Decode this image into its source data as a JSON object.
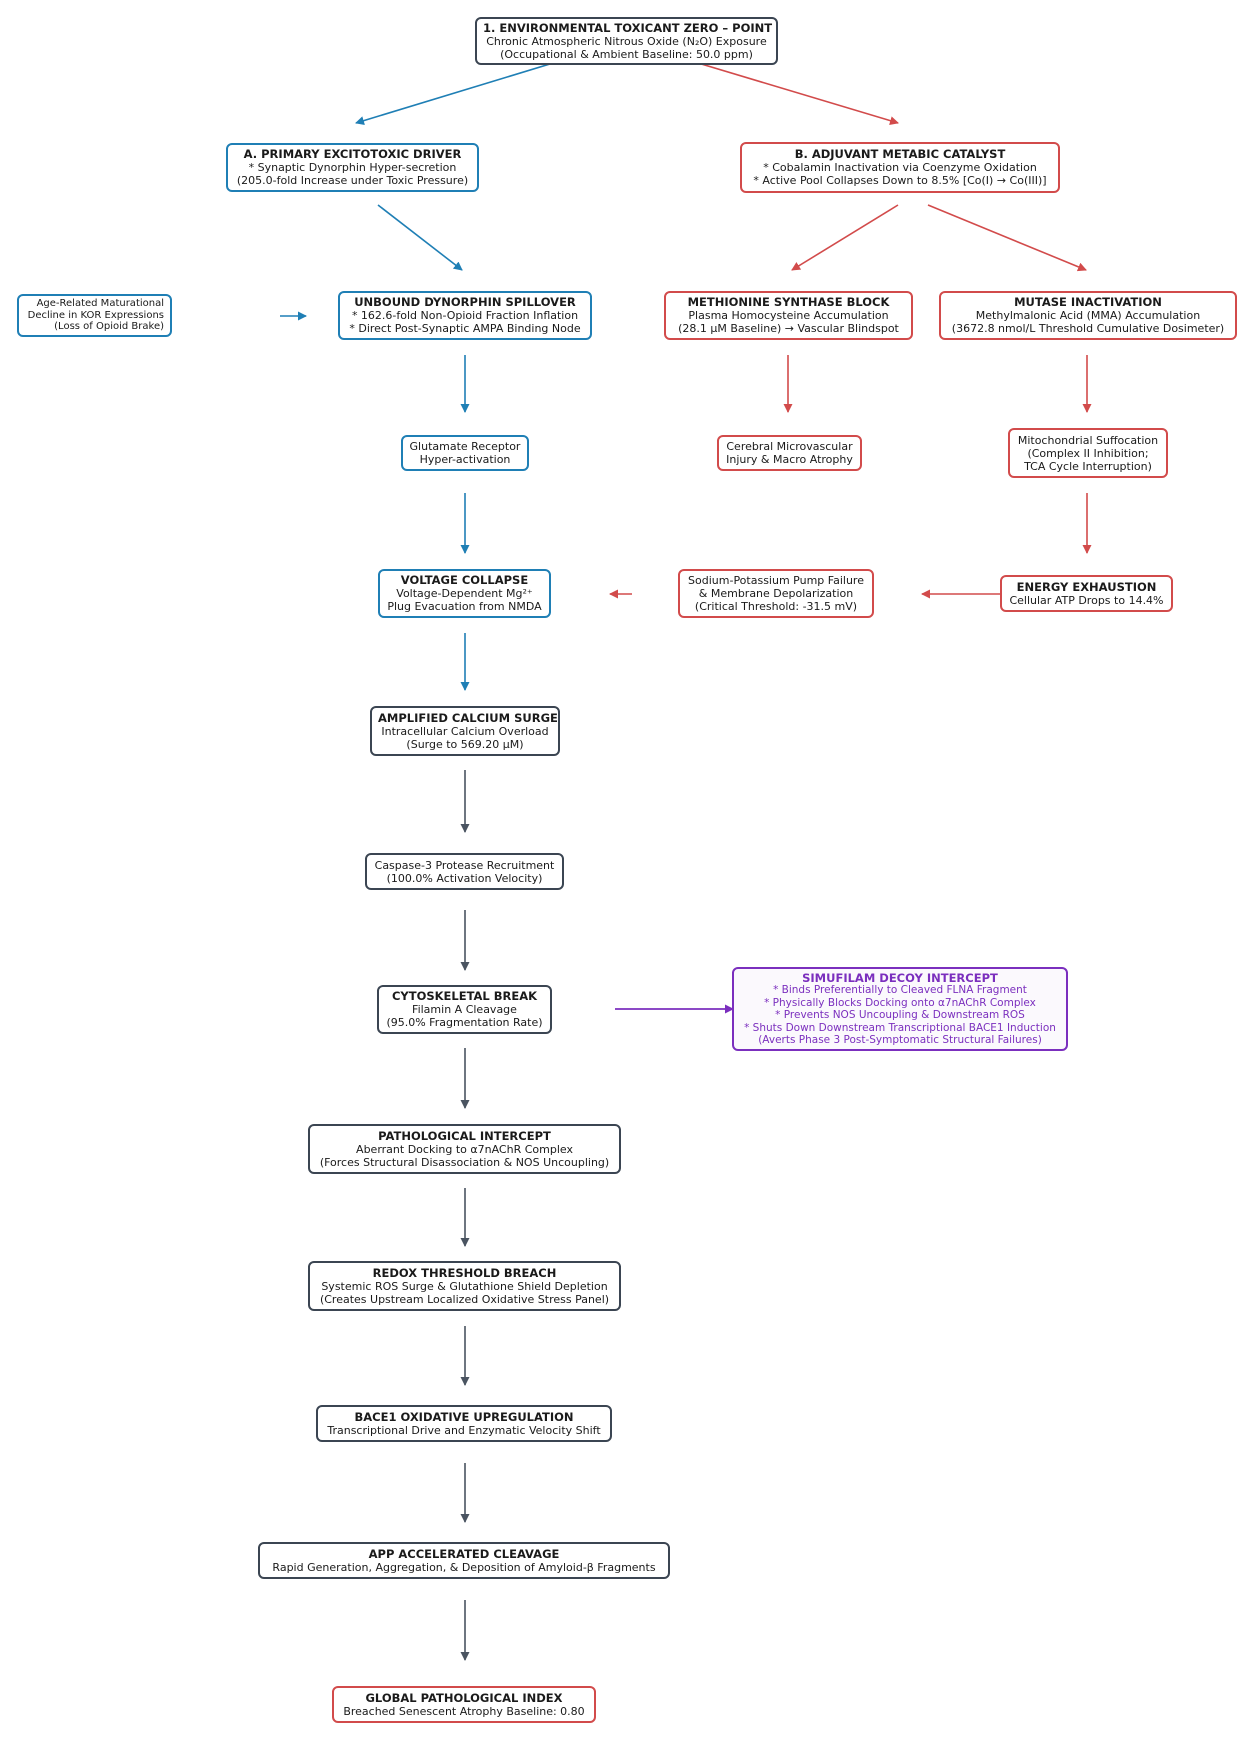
{
  "colors": {
    "blue": "#1f7fb5",
    "red": "#d24b4b",
    "dark": "#3b4552",
    "purple": "#7b2fbe"
  },
  "nodes": {
    "zero_point": {
      "title": "1.  ENVIRONMENTAL TOXICANT ZERO – POINT",
      "l1": "Chronic Atmospheric Nitrous Oxide (N₂O) Exposure",
      "l2": "(Occupational & Ambient Baseline: 50.0 ppm)"
    },
    "driver": {
      "title": "A.  PRIMARY EXCITOTOXIC DRIVER",
      "l1": "* Synaptic Dynorphin Hyper-secretion",
      "l2": "(205.0-fold Increase under Toxic Pressure)"
    },
    "catalyst": {
      "title": "B.  ADJUVANT METABIC CATALYST",
      "l1": "* Cobalamin Inactivation via Coenzyme Oxidation",
      "l2": "* Active Pool Collapses Down to 8.5% [Co(I) → Co(III)]"
    },
    "age": {
      "l1": "Age-Related Maturational",
      "l2": "Decline in KOR Expressions",
      "l3": "(Loss of Opioid Brake)"
    },
    "spillover": {
      "title": "UNBOUND DYNORPHIN SPILLOVER",
      "l1": "* 162.6-fold Non-Opioid Fraction Inflation",
      "l2": "* Direct Post-Synaptic AMPA Binding Node"
    },
    "methionine": {
      "title": "METHIONINE SYNTHASE BLOCK",
      "l1": "Plasma Homocysteine Accumulation",
      "l2": "(28.1 μM Baseline) → Vascular Blindspot"
    },
    "mutase": {
      "title": "MUTASE INACTIVATION",
      "l1": "Methylmalonic Acid (MMA) Accumulation",
      "l2": "(3672.8 nmol/L Threshold Cumulative Dosimeter)"
    },
    "glutamate": {
      "l1": "Glutamate Receptor",
      "l2": "Hyper-activation"
    },
    "cerebral": {
      "l1": "Cerebral Microvascular",
      "l2": "Injury & Macro Atrophy"
    },
    "mito": {
      "l1": "Mitochondrial Suffocation",
      "l2": "(Complex II Inhibition;",
      "l3": "TCA Cycle Interruption)"
    },
    "voltage": {
      "title": "VOLTAGE COLLAPSE",
      "l1": "Voltage-Dependent Mg²⁺",
      "l2": "Plug Evacuation from NMDA"
    },
    "sodium": {
      "l1": "Sodium-Potassium Pump Failure",
      "l2": "& Membrane Depolarization",
      "l3": "(Critical Threshold: -31.5 mV)"
    },
    "energy": {
      "title": "ENERGY EXHAUSTION",
      "l1": "Cellular ATP Drops to 14.4%"
    },
    "calcium": {
      "title": "AMPLIFIED CALCIUM SURGE",
      "l1": "Intracellular Calcium Overload",
      "l2": "(Surge to 569.20 μM)"
    },
    "caspase": {
      "l1": "Caspase-3 Protease Recruitment",
      "l2": "(100.0% Activation Velocity)"
    },
    "cyto": {
      "title": "CYTOSKELETAL BREAK",
      "l1": "Filamin A Cleavage",
      "l2": "(95.0% Fragmentation Rate)"
    },
    "simufilam": {
      "title": "SIMUFILAM DECOY INTERCEPT",
      "l1": "* Binds Preferentially to Cleaved FLNA Fragment",
      "l2": "* Physically Blocks Docking onto α7nAChR Complex",
      "l3": "* Prevents NOS Uncoupling & Downstream ROS",
      "l4": "* Shuts Down Downstream Transcriptional BACE1 Induction",
      "l5": "(Averts Phase 3 Post-Symptomatic Structural Failures)"
    },
    "intercept": {
      "title": "PATHOLOGICAL INTERCEPT",
      "l1": "Aberrant Docking to α7nAChR Complex",
      "l2": "(Forces Structural Disassociation & NOS Uncoupling)"
    },
    "redox": {
      "title": "REDOX THRESHOLD BREACH",
      "l1": "Systemic ROS Surge & Glutathione Shield Depletion",
      "l2": "(Creates Upstream Localized Oxidative Stress Panel)"
    },
    "bace1": {
      "title": "BACE1 OXIDATIVE UPREGULATION",
      "l1": "Transcriptional Drive and Enzymatic Velocity Shift"
    },
    "app": {
      "title": "APP ACCELERATED CLEAVAGE",
      "l1": "Rapid Generation, Aggregation, & Deposition of Amyloid-β Fragments"
    },
    "global": {
      "title": "GLOBAL PATHOLOGICAL INDEX",
      "l1": "Breached Senescent Atrophy Baseline: 0.80"
    }
  }
}
